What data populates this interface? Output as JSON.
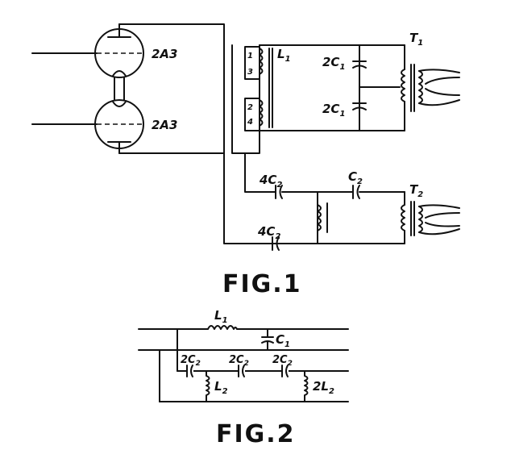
{
  "fig1": {
    "caption": "FIG.1",
    "tube_top": "2A3",
    "tube_bottom": "2A3",
    "inductor": "L",
    "inductor_sub": "1",
    "cap_top": "2C",
    "cap_top_sub": "1",
    "cap_bottom": "2C",
    "cap_bottom_sub": "1",
    "transformer_1": "T",
    "transformer_1_sub": "1",
    "transformer_2": "T",
    "transformer_2_sub": "2",
    "cap_4c2_top": "4C",
    "cap_4c2_top_sub": "2",
    "cap_c2": "C",
    "cap_c2_sub": "2",
    "cap_4c2_bottom": "4C",
    "cap_4c2_bottom_sub": "2",
    "terminal_1": "1",
    "terminal_2": "2",
    "terminal_3": "3",
    "terminal_4": "4"
  },
  "fig2": {
    "caption": "FIG.2",
    "inductor_l1": "L",
    "inductor_l1_sub": "1",
    "cap_c1": "C",
    "cap_c1_sub": "1",
    "cap_2c2_a": "2C",
    "cap_2c2_a_sub": "2",
    "cap_2c2_b": "2C",
    "cap_2c2_b_sub": "2",
    "cap_2c2_c": "2C",
    "cap_2c2_c_sub": "2",
    "inductor_l2": "L",
    "inductor_l2_sub": "2",
    "inductor_2l2": "2L",
    "inductor_2l2_sub": "2"
  }
}
